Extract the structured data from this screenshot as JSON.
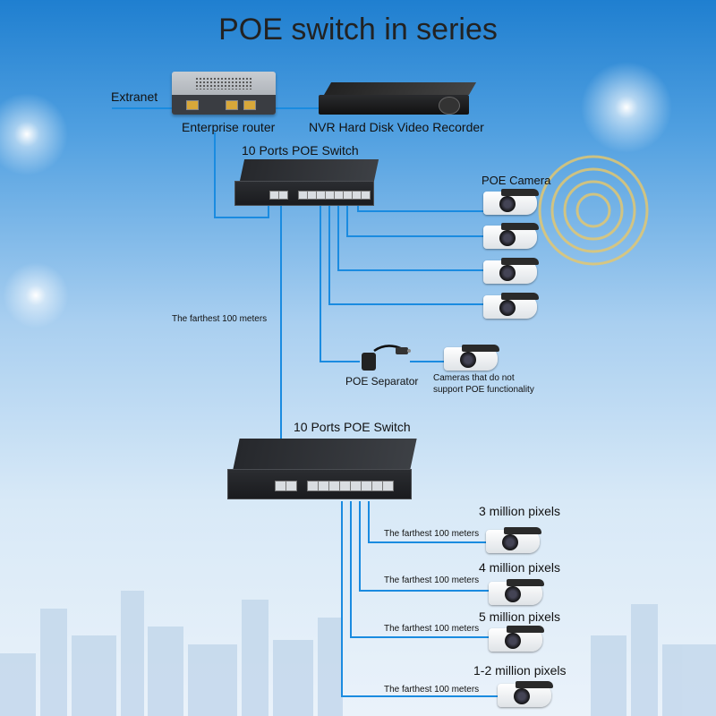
{
  "title": "POE switch in series",
  "labels": {
    "extranet": "Extranet",
    "router": "Enterprise router",
    "nvr": "NVR Hard Disk Video Recorder",
    "switch_top": "10 Ports POE Switch",
    "switch_bottom": "10 Ports POE Switch",
    "poe_camera": "POE Camera",
    "farthest_main": "The farthest 100 meters",
    "poe_separator": "POE Separator",
    "non_poe_cam_line1": "Cameras that do not",
    "non_poe_cam_line2": "support POE functionality"
  },
  "bottom_cameras": [
    {
      "resolution": "3 million pixels",
      "distance": "The farthest 100 meters"
    },
    {
      "resolution": "4 million pixels",
      "distance": "The farthest 100 meters"
    },
    {
      "resolution": "5 million pixels",
      "distance": "The farthest 100 meters"
    },
    {
      "resolution": "1-2 million pixels",
      "distance": "The farthest 100 meters"
    }
  ],
  "colors": {
    "wire": "#1a8be0",
    "title": "#222222"
  },
  "icons": {
    "router": "router-icon",
    "nvr": "nvr-icon",
    "switch": "switch-icon",
    "camera": "bullet-camera-icon",
    "separator": "poe-splitter-icon"
  }
}
